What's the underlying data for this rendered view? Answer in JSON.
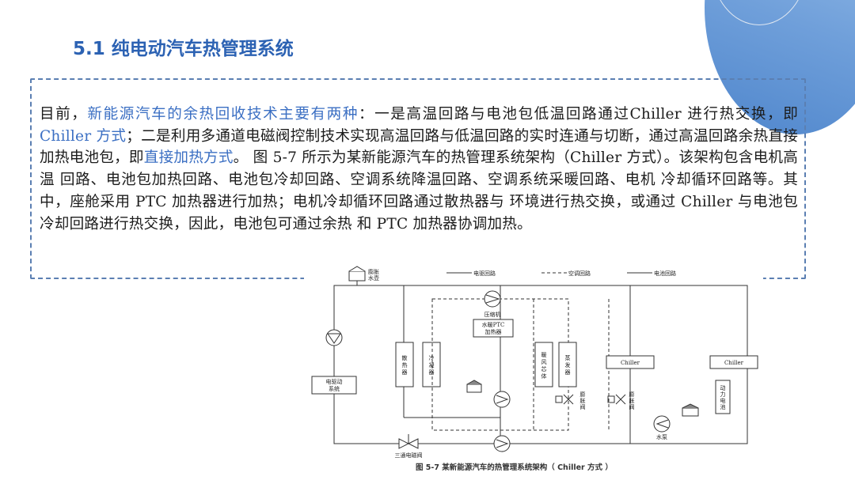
{
  "title": "5.1 纯电动汽车热管理系统",
  "paragraph": {
    "p1": "目前，",
    "p2": "新能源汽车的余热回收技术主要有两种",
    "p3": "：一是高温回路与电池包低温回路通过Chiller 进行热交换，即 ",
    "p4": "Chiller 方式",
    "p5": "；二是利用多通道电磁阀控制技术实现高温回路与低温回路的实时连通与切断，通过高温回路余热直接加热电池包，即",
    "p6": "直接加热方式",
    "p7": "。 图 5-7 所示为某新能源汽车的热管理系统架构（Chiller 方式）。该架构包含电机高温 回路、电池包加热回路、电池包冷却回路、空调系统降温回路、空调系统采暖回路、电机 冷却循环回路等。其中，座舱采用 PTC 加热器进行加热；电机冷却循环回路通过散热器与 环境进行热交换，或通过 Chiller 与电池包冷却回路进行热交换，因此，电池包可通过余热 和 PTC 加热器协调加热。"
  },
  "diagram": {
    "legend": {
      "motor": "电驱回路",
      "ac": "空调回路",
      "battery": "电池回路"
    },
    "labels": {
      "expansion_tank": "膨胀\n水壶",
      "compressor": "压缩机",
      "ptc_line1": "水暖PTC",
      "ptc_line2": "加热器",
      "radiator": "散热器",
      "condenser": "冷凝器",
      "heater_core": "暖风芯体",
      "evaporator": "蒸发器",
      "chiller1": "Chiller",
      "chiller2": "Chiller",
      "motor_drive_line1": "电驱动",
      "motor_drive_line2": "系统",
      "expansion_valve1": "膨胀阀",
      "expansion_valve2": "膨胀阀",
      "battery": "动力电池",
      "water_pump": "水泵",
      "three_way_valve": "三通电磁阀"
    }
  },
  "caption": "图 5-7   某新能源汽车的热管理系统架构（ Chiller 方式 ）"
}
